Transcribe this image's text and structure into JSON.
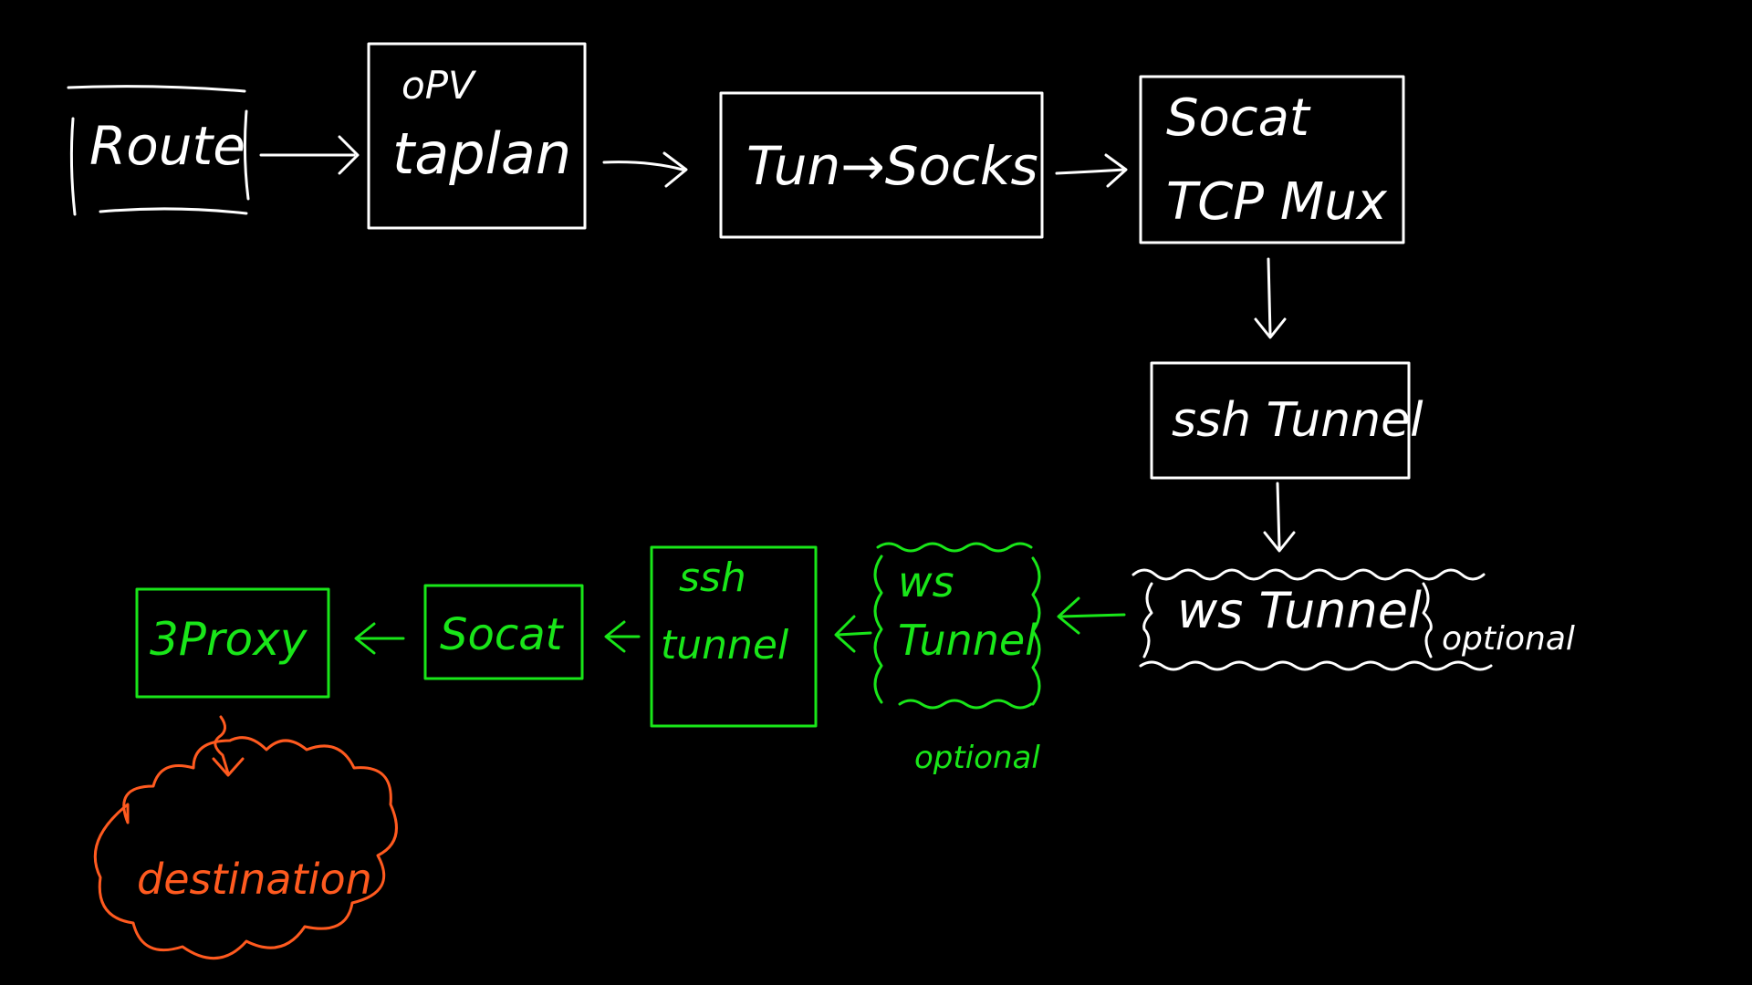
{
  "nodes": {
    "route": "Route",
    "opv_top": "oPV",
    "opv_bottom": "taplan",
    "tun_to_socks": "Tun→Socks",
    "socat_mux_line1": "Socat",
    "socat_mux_line2": "TCP Mux",
    "ssh_tunnel_white": "ssh Tunnel",
    "ws_tunnel_white": "ws Tunnel",
    "ws_tunnel_white_note": "optional",
    "ws_tunnel_green_line1": "ws",
    "ws_tunnel_green_line2": "Tunnel",
    "ws_tunnel_green_note": "optional",
    "ssh_tunnel_green_line1": "ssh",
    "ssh_tunnel_green_line2": "tunnel",
    "socat_green": "Socat",
    "threeproxy": "3Proxy",
    "destination": "destination"
  },
  "colors": {
    "background": "#000000",
    "main_path": "#ffffff",
    "remote_path": "#19e619",
    "destination": "#ff5a1f"
  }
}
